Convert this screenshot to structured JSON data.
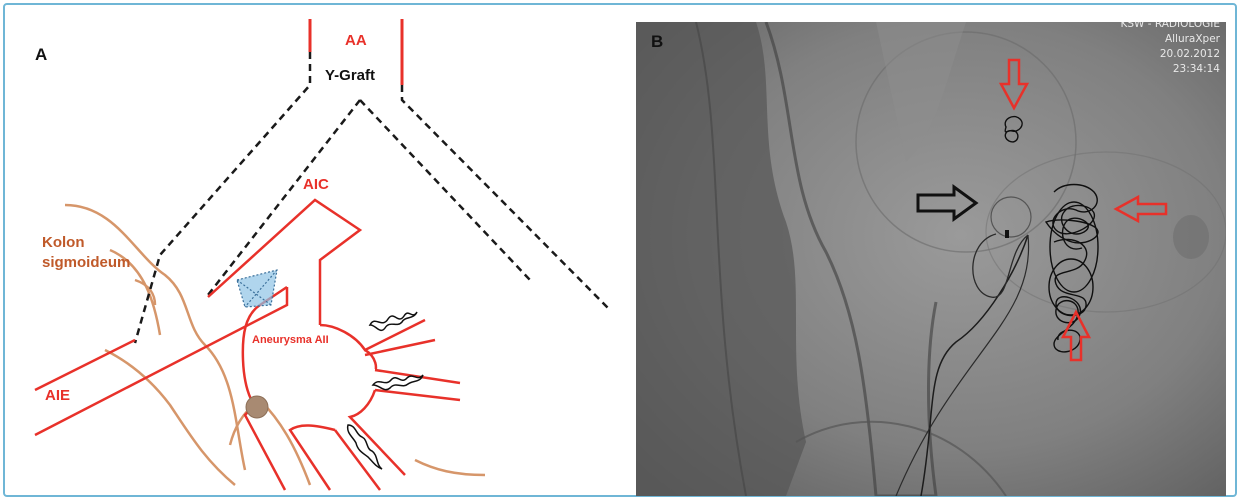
{
  "panel_a": {
    "label": "A",
    "labels": {
      "aa": "AA",
      "y_graft": "Y-Graft",
      "aic": "AIC",
      "kolon": [
        "Kolon",
        "sigmoideum"
      ],
      "aneurysma": "Aneurysma AII",
      "aie": "AIE"
    },
    "colors": {
      "vessel": "#e8312a",
      "colon": "#d6966a",
      "graft": "#1a1a1a",
      "plug": "#a88a72",
      "stent": "#8fc3e6"
    }
  },
  "panel_b": {
    "label": "B",
    "stamp": [
      "KSW - RADIOLOGIE",
      "AlluraXper",
      "20.02.2012",
      "23:34:14"
    ],
    "colors": {
      "red_arrow": "#e8312a",
      "black_arrow": "#111111",
      "background": "#7b7b7b"
    }
  }
}
